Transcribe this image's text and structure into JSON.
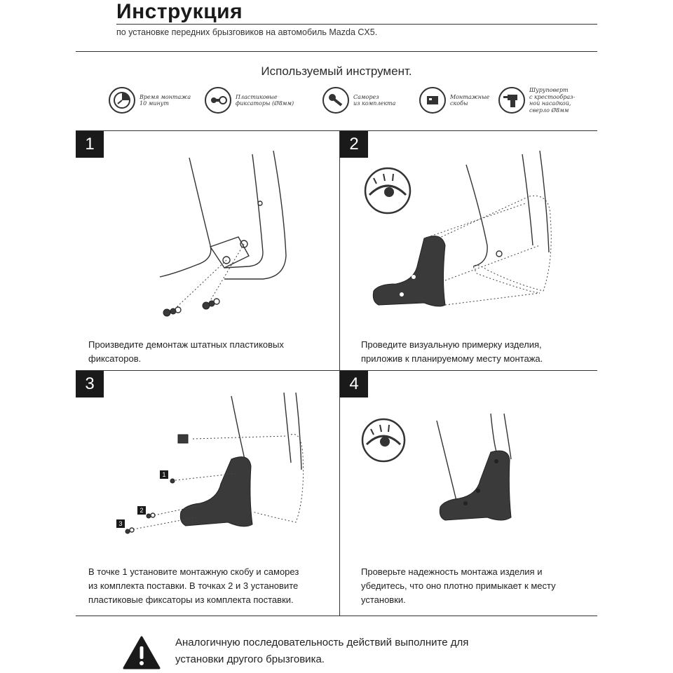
{
  "header": {
    "title": "Инструкция",
    "subtitle": "по установке передних брызговиков на автомобиль Mazda CX5."
  },
  "tools": {
    "heading": "Используемый инструмент.",
    "items": [
      {
        "icon": "clock-icon",
        "label": "Время монтажа\n10 минут"
      },
      {
        "icon": "clip-icon",
        "label": "Пластиковые\nфиксаторы (Ø8мм)"
      },
      {
        "icon": "screw-icon",
        "label": "Саморез\nиз комплекта"
      },
      {
        "icon": "bracket-icon",
        "label": "Монтажные\nскобы"
      },
      {
        "icon": "screwdriver-icon",
        "label": "Шуруповерт\nс крестообраз-\nной насадкой,\nсверло Ø8мм"
      }
    ]
  },
  "steps": [
    {
      "number": "1",
      "caption": "Произведите демонтаж штатных пластиковых\nфиксаторов."
    },
    {
      "number": "2",
      "caption": "Проведите визуальную примерку изделия,\nприложив к планируемому месту монтажа."
    },
    {
      "number": "3",
      "caption": "В точке 1 установите монтажную скобу и саморез\nиз комплекта поставки. В точках 2 и 3 установите\nпластиковые фиксаторы из комплекта поставки."
    },
    {
      "number": "4",
      "caption": "Проверьте надежность монтажа изделия и\nубедитесь, что оно плотно примыкает к месту\nустановки."
    }
  ],
  "step3_points": [
    "1",
    "2",
    "3"
  ],
  "note": {
    "text": "Аналогичную последовательность действий выполните для\nустановки другого брызговика.",
    "icon": "warning-icon"
  }
}
